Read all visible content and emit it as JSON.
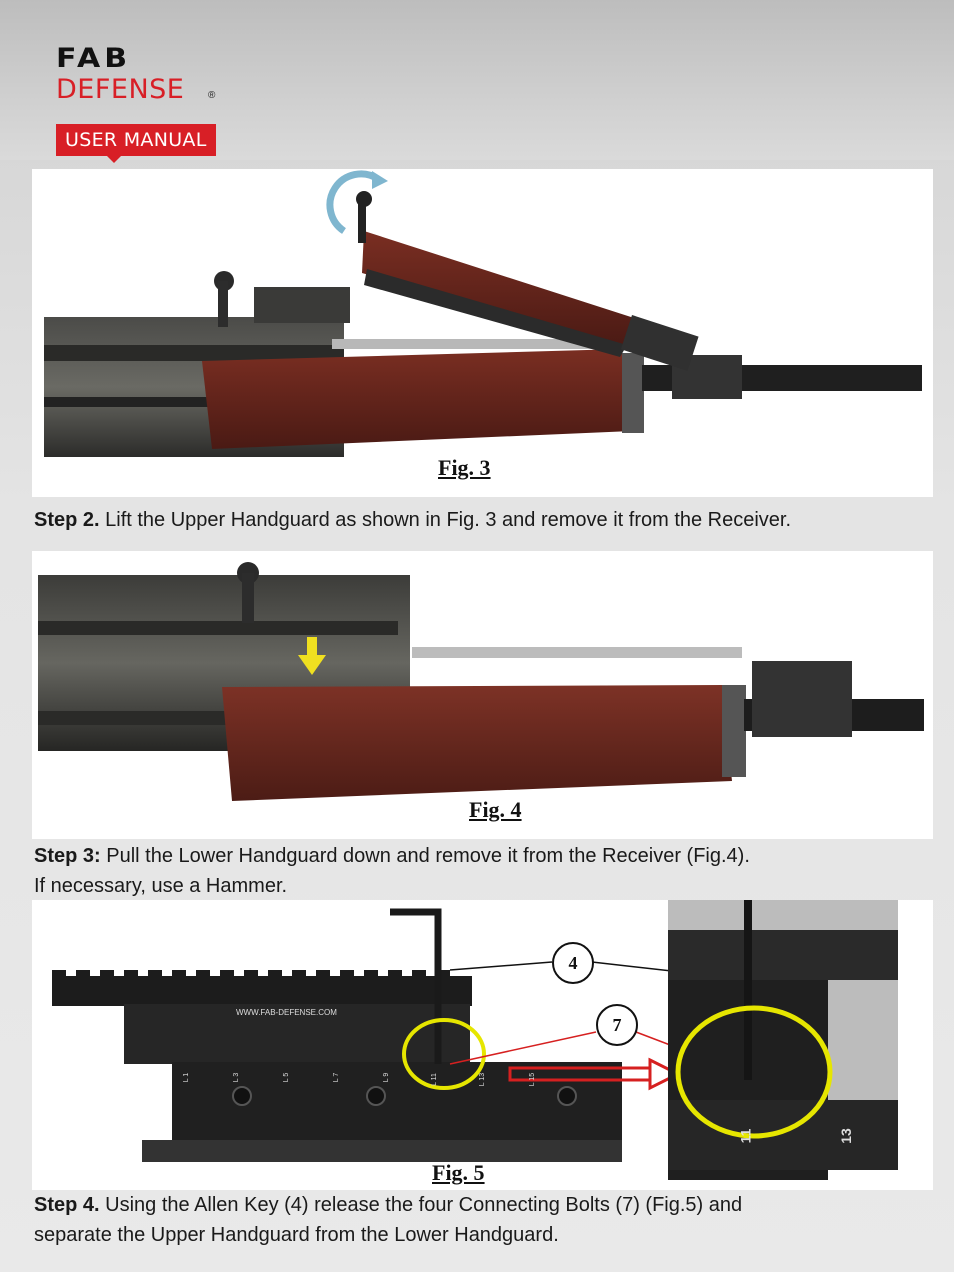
{
  "header": {
    "logo_top": "FAB",
    "logo_bottom": "DEFENSE",
    "logo_reg": "®",
    "tag": "USER MANUAL"
  },
  "figures": [
    {
      "label": "Fig. 3"
    },
    {
      "label": "Fig. 4"
    },
    {
      "label": "Fig. 5",
      "rail_text": "WWW.FAB-DEFENSE.COM",
      "callout_key": "4",
      "callout_bolt": "7",
      "rail_marks": [
        "L 1",
        "L 3",
        "L 5",
        "L 7",
        "L 9",
        "L 11",
        "L 13",
        "L 15"
      ],
      "zoom_marks": [
        "11",
        "13"
      ]
    }
  ],
  "steps": [
    {
      "prefix": "Step 2.",
      "text": " Lift the Upper Handguard as shown in Fig. 3 and remove it from the Receiver."
    },
    {
      "prefix": "Step 3:",
      "text": " Pull the Lower Handguard down and remove it from the Receiver (Fig.4).",
      "line2": "If necessary, use a Hammer."
    },
    {
      "prefix": "Step 4.",
      "text": " Using the Allen Key (4) release the four Connecting Bolts (7) (Fig.5) and",
      "line2": "separate the Upper Handguard from the Lower Handguard."
    }
  ],
  "colors": {
    "brand_red": "#d81f26",
    "highlight_yellow": "#e6e600",
    "arrow_red": "#d62020"
  }
}
